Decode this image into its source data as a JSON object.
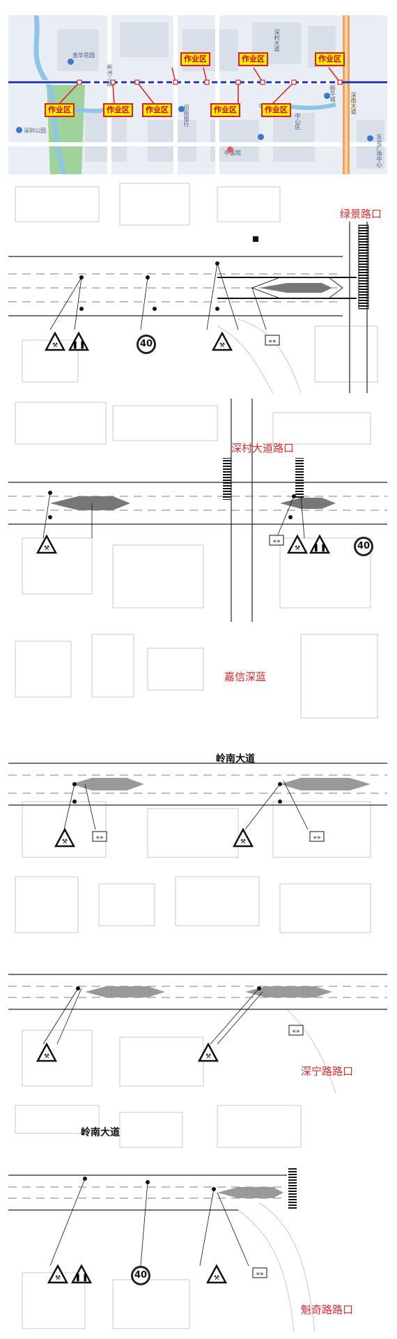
{
  "map": {
    "work_zone_label": "作业区",
    "labels": {
      "xinzhou": "新洲三路",
      "jinhua": "金华花园",
      "shenzhen_park": "深圳公园",
      "bank": "招商银行",
      "hospital": "中医院",
      "shencun": "深村大道",
      "zhongxin": "中心区",
      "shennan": "深南大道",
      "lhcheng": "丽华城",
      "donglu": "东北广场中心"
    }
  },
  "panels": {
    "p1": {
      "intersection": "绿景路口",
      "speed_value": "40"
    },
    "p2": {
      "intersection": "深村大道路口",
      "speed_value": "40"
    },
    "p3": {
      "area_name": "嘉信深蓝",
      "road_name": "岭南大道"
    },
    "p4": {
      "intersection": "深宁路路口"
    },
    "p5": {
      "road_name": "岭南大道",
      "intersection": "魁奇路路口",
      "speed_value": "40"
    }
  },
  "icons": {
    "warning": "roadwork-warning-sign-icon",
    "narrow": "lane-narrows-sign-icon",
    "arrow": "keep-left-arrow-sign-icon",
    "speed": "speed-limit-sign-icon",
    "light": "warning-light-icon"
  },
  "colors": {
    "route": "#1f2fbf",
    "work_zone_fill": "#ffef00",
    "work_zone_border": "#e11d1d",
    "intersection_label": "#e8272b",
    "river": "#8ec5e6",
    "park": "#9fd39a",
    "orange_road": "#f0a35a"
  }
}
